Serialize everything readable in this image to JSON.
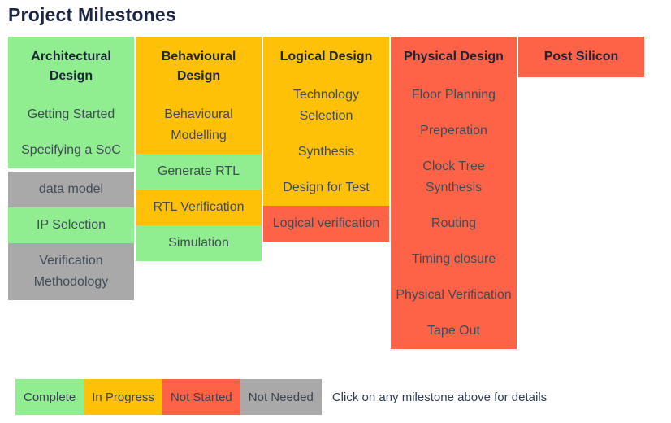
{
  "page_title": "Project Milestones",
  "status_colors": {
    "complete": "#90ee90",
    "in_progress": "#ffc107",
    "not_started": "#ff6347",
    "not_needed": "#a9a9a9"
  },
  "board": {
    "columns": [
      {
        "header": "Architectural\nDesign",
        "header_status": "complete",
        "items": [
          {
            "label": "Getting Started",
            "status": "complete"
          },
          {
            "label": "Specifying a SoC",
            "status": "complete"
          },
          {
            "label": "data model",
            "status": "not_needed"
          },
          {
            "label": "IP Selection",
            "status": "complete"
          },
          {
            "label": "Verification\nMethodology",
            "status": "not_needed"
          }
        ]
      },
      {
        "header": "Behavioural\nDesign",
        "header_status": "in_progress",
        "items": [
          {
            "label": "Behavioural\nModelling",
            "status": "in_progress"
          },
          {
            "label": "Generate RTL",
            "status": "complete"
          },
          {
            "label": "RTL Verification",
            "status": "in_progress"
          },
          {
            "label": "Simulation",
            "status": "complete"
          }
        ]
      },
      {
        "header": "Logical Design",
        "header_status": "in_progress",
        "items": [
          {
            "label": "Technology\nSelection",
            "status": "in_progress"
          },
          {
            "label": "Synthesis",
            "status": "in_progress"
          },
          {
            "label": "Design for Test",
            "status": "in_progress"
          },
          {
            "label": "Logical verification",
            "status": "not_started"
          }
        ]
      },
      {
        "header": "Physical Design",
        "header_status": "not_started",
        "items": [
          {
            "label": "Floor Planning",
            "status": "not_started"
          },
          {
            "label": "Preperation",
            "status": "not_started"
          },
          {
            "label": "Clock Tree\nSynthesis",
            "status": "not_started"
          },
          {
            "label": "Routing",
            "status": "not_started"
          },
          {
            "label": "Timing closure",
            "status": "not_started"
          },
          {
            "label": "Physical Verification",
            "status": "not_started"
          },
          {
            "label": "Tape Out",
            "status": "not_started"
          }
        ]
      },
      {
        "header": "Post Silicon",
        "header_status": "not_started",
        "items": []
      }
    ]
  },
  "legend": {
    "entries": [
      {
        "label": "Complete",
        "status": "complete"
      },
      {
        "label": "In Progress",
        "status": "in_progress"
      },
      {
        "label": "Not Started",
        "status": "not_started"
      },
      {
        "label": "Not Needed",
        "status": "not_needed"
      }
    ],
    "note": "Click on any milestone above for details"
  }
}
